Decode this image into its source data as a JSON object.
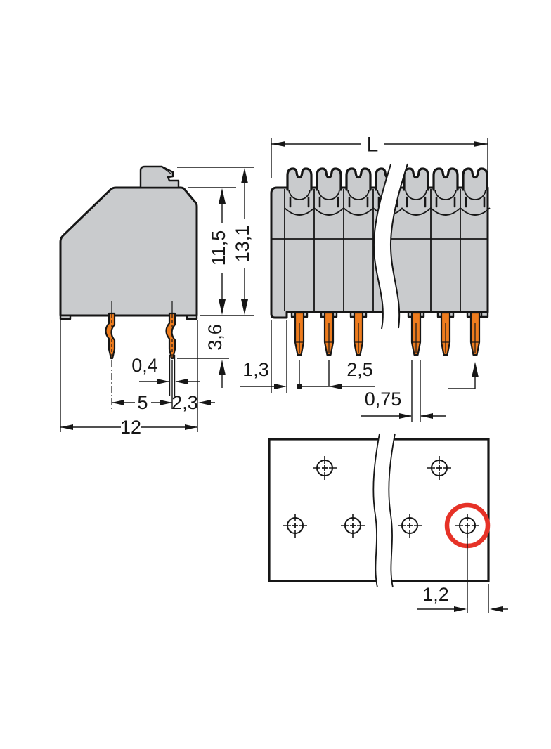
{
  "views": {
    "side": {
      "dims": {
        "upper_height": "11,5",
        "total_height": "13,1",
        "pin_protrusion": "3,6",
        "pin_thickness": "0,4",
        "pin_spacing": "5",
        "pin_to_edge": "2,3",
        "overall_depth": "12"
      }
    },
    "front": {
      "dims": {
        "overall_length": "L",
        "left_margin": "1,3",
        "pin_pitch": "2,5",
        "pin_width": "0,75"
      }
    },
    "pcb": {
      "dims": {
        "hole_to_edge": "1,2"
      }
    }
  },
  "colors": {
    "housing-gray": "#c9cbcd",
    "pin-orange": "#ee7c1e",
    "highlight-red": "#e63227",
    "line-black": "#161616"
  }
}
